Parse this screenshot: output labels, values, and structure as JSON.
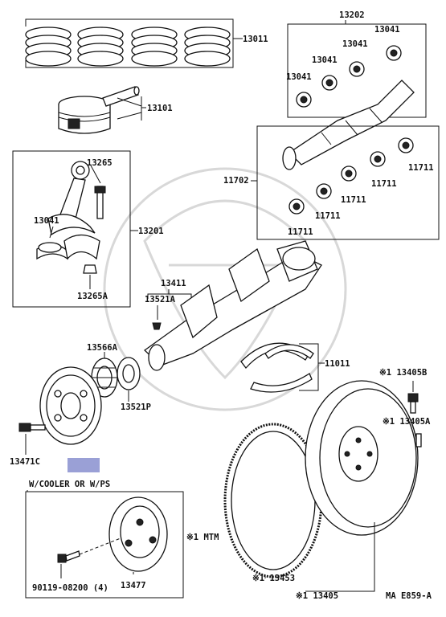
{
  "labels": {
    "p13011": "13011",
    "p13101": "13101",
    "p13202": "13202",
    "p13041_a": "13041",
    "p13041_b": "13041",
    "p13041_c": "13041",
    "p13041_d": "13041",
    "p13265": "13265",
    "p13041_rod": "13041",
    "p13201": "13201",
    "p13265a": "13265A",
    "p11702": "11702",
    "p11711_a": "11711",
    "p11711_b": "11711",
    "p11711_c": "11711",
    "p11711_d": "11711",
    "p11711_e": "11711",
    "p13411": "13411",
    "p13521a": "13521A",
    "p13566a": "13566A",
    "p11011": "11011",
    "p13521p": "13521P",
    "p13405b": "※1 13405B",
    "p13405a": "※1 13405A",
    "p13471c": "13471C",
    "section_cooler": "W/COOLER OR W/PS",
    "mtm_note": "※1 MTM",
    "p90119": "90119-08200 (4)",
    "p13477": "13477",
    "p13453": "※1 13453",
    "p13405": "※1 13405",
    "figure_code": "MA E859-A"
  },
  "highlight_color": "#9aa0d6"
}
